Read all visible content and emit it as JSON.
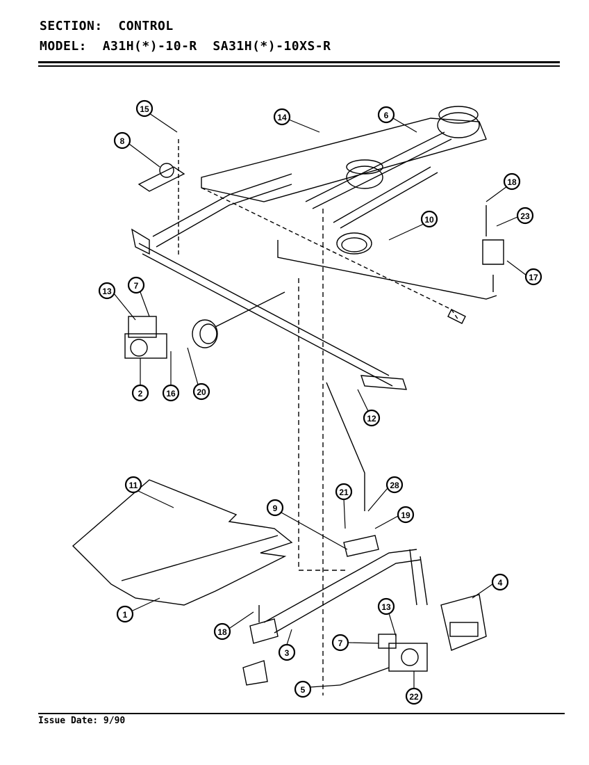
{
  "header": {
    "section_line": "SECTION:  CONTROL",
    "model_line": "MODEL:  A31H(*)-10-R  SA31H(*)-10XS-R"
  },
  "footer": {
    "issue_date": "Issue Date: 9/90"
  },
  "callouts": [
    "15",
    "14",
    "6",
    "8",
    "18",
    "23",
    "10",
    "17",
    "13",
    "7",
    "2",
    "16",
    "20",
    "12",
    "11",
    "21",
    "28",
    "9",
    "19",
    "4",
    "1",
    "18",
    "3",
    "13",
    "7",
    "5",
    "22"
  ]
}
